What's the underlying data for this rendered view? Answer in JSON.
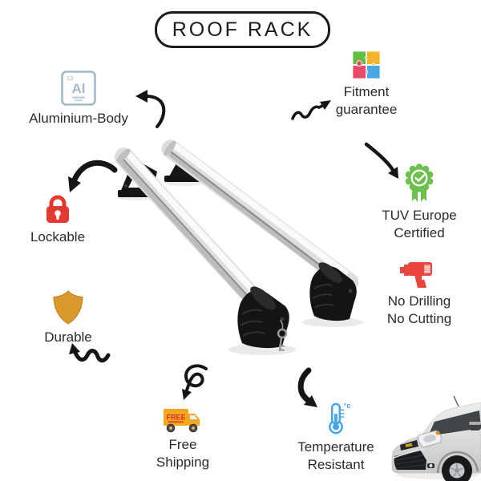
{
  "title": "ROOF RACK",
  "features": [
    {
      "name": "aluminium-body",
      "label": "Aluminium-Body"
    },
    {
      "name": "fitment-guarantee",
      "label": "Fitment guarantee"
    },
    {
      "name": "lockable",
      "label": "Lockable"
    },
    {
      "name": "tuv-europe-certified",
      "label": "TUV Europe Certified"
    },
    {
      "name": "no-drilling-no-cutting",
      "label": "No Drilling No Cutting"
    },
    {
      "name": "durable",
      "label": "Durable"
    },
    {
      "name": "free-shipping",
      "label": "Free Shipping"
    },
    {
      "name": "temperature-resistant",
      "label": "Temperature Resistant"
    }
  ],
  "icon_text": {
    "element_number": "13",
    "element_symbol": "Al",
    "truck_label": "FREE",
    "temp_unit": "°c"
  },
  "colors": {
    "arrow": "#151515",
    "element_blue": "#a4bac9",
    "puzzle_green": "#62bf44",
    "puzzle_yellow": "#f2b52b",
    "puzzle_pink": "#e84a68",
    "puzzle_blue": "#47a7e0",
    "lock_red": "#e23a33",
    "badge_green": "#6cc04c",
    "drill_red": "#e8463f",
    "shield_gold": "#d9992c",
    "truck_orange": "#f5a623",
    "free_red": "#d93025",
    "thermo_blue": "#45a6e8"
  }
}
